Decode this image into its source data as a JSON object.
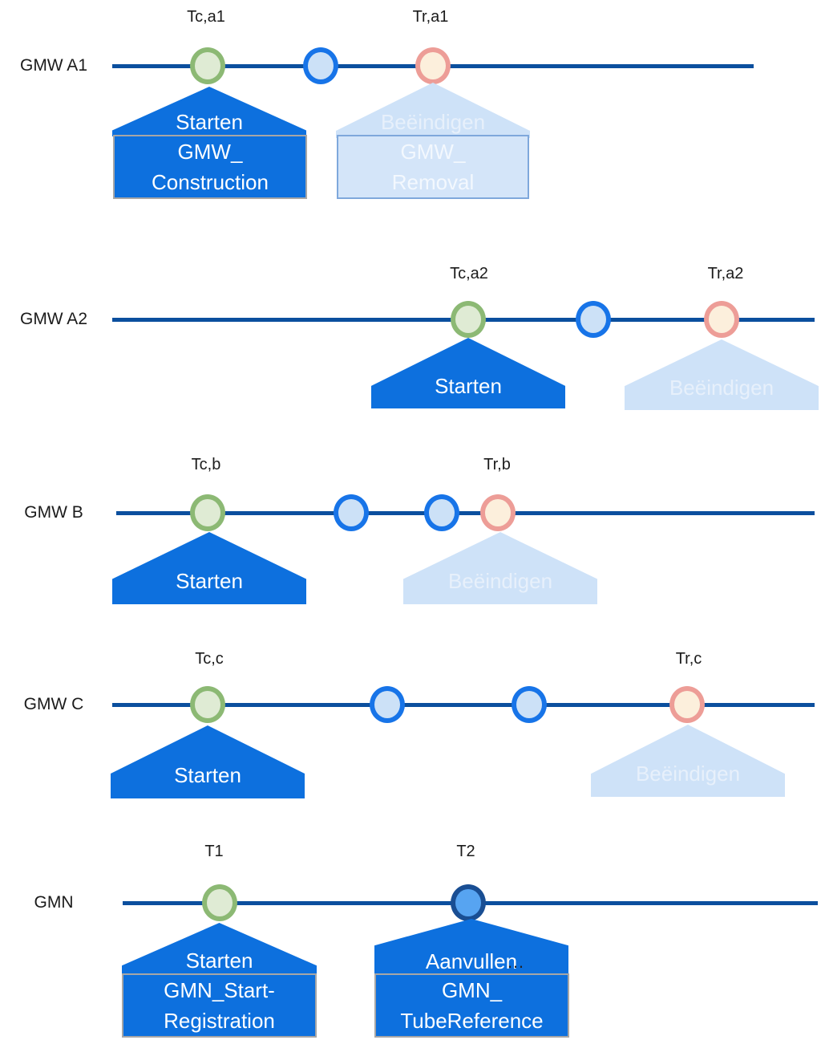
{
  "diagram": {
    "title_hint": "BRO groundwater monitoring timelines (GMW wells and GMN network)",
    "colors": {
      "timeline": "#0B4F9E",
      "callout_primary": "#0D70DE",
      "callout_muted": "#CEE2F8",
      "event_start_border": "#8CB974",
      "event_start_fill": "#DFEBD4",
      "event_intermediate_border": "#1774E8",
      "event_intermediate_fill": "#CCE1F7",
      "event_end_border": "#ED9D97",
      "event_end_fill": "#FCEFDC",
      "event_network_border": "#194E93",
      "event_network_fill": "#57A4F1"
    },
    "rows": [
      {
        "label": "GMW A1",
        "time_labels": {
          "start": "Tc,a1",
          "end": "Tr,a1"
        },
        "events": [
          {
            "type": "start-green"
          },
          {
            "type": "intermediate-blue"
          },
          {
            "type": "end-pink"
          }
        ],
        "callouts": {
          "start": {
            "label": "Starten",
            "box": {
              "line1": "GMW_",
              "line2": "Construction"
            }
          },
          "end": {
            "label": "Beëindigen",
            "box": {
              "line1": "GMW_",
              "line2": "Removal"
            }
          }
        }
      },
      {
        "label": "GMW A2",
        "time_labels": {
          "start": "Tc,a2",
          "end": "Tr,a2"
        },
        "events": [
          {
            "type": "start-green"
          },
          {
            "type": "intermediate-blue"
          },
          {
            "type": "end-pink"
          }
        ],
        "callouts": {
          "start": {
            "label": "Starten"
          },
          "end": {
            "label": "Beëindigen"
          }
        }
      },
      {
        "label": "GMW B",
        "time_labels": {
          "start": "Tc,b",
          "end": "Tr,b"
        },
        "events": [
          {
            "type": "start-green"
          },
          {
            "type": "intermediate-blue"
          },
          {
            "type": "intermediate-blue"
          },
          {
            "type": "end-pink"
          }
        ],
        "callouts": {
          "start": {
            "label": "Starten"
          },
          "end": {
            "label": "Beëindigen"
          }
        }
      },
      {
        "label": "GMW C",
        "time_labels": {
          "start": "Tc,c",
          "end": "Tr,c"
        },
        "events": [
          {
            "type": "start-green"
          },
          {
            "type": "intermediate-blue"
          },
          {
            "type": "intermediate-blue"
          },
          {
            "type": "end-pink"
          }
        ],
        "callouts": {
          "start": {
            "label": "Starten"
          },
          "end": {
            "label": "Beëindigen"
          }
        }
      },
      {
        "label": "GMN",
        "time_labels": {
          "start": "T1",
          "end": "T2"
        },
        "events": [
          {
            "type": "start-green"
          },
          {
            "type": "network-dark-blue"
          }
        ],
        "callouts": {
          "start": {
            "label": "Starten",
            "box": {
              "line1": "GMN_Start-",
              "line2": "Registration"
            }
          },
          "end": {
            "label": "Aanvullen",
            "ellipsis": "…",
            "box": {
              "line1": "GMN_",
              "line2": "TubeReference"
            }
          }
        }
      }
    ]
  }
}
